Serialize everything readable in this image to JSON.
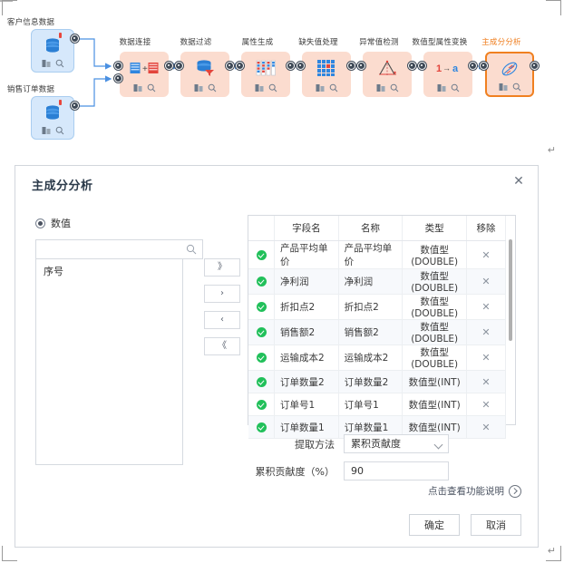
{
  "workflow": {
    "nodes": [
      {
        "id": "customer-data",
        "label": "客户信息数据",
        "type": "source",
        "icon": "database-icon",
        "selected": false
      },
      {
        "id": "sales-order",
        "label": "销售订单数据",
        "type": "source",
        "icon": "database-icon",
        "selected": false
      },
      {
        "id": "data-join",
        "label": "数据连接",
        "type": "process",
        "icon": "join-tables-icon",
        "selected": false
      },
      {
        "id": "data-filter",
        "label": "数据过滤",
        "type": "process",
        "icon": "filter-database-icon",
        "selected": false
      },
      {
        "id": "attr-generate",
        "label": "属性生成",
        "type": "process",
        "icon": "columns-icon",
        "selected": false
      },
      {
        "id": "missing-value",
        "label": "缺失值处理",
        "type": "process",
        "icon": "grid-cells-icon",
        "selected": false
      },
      {
        "id": "outlier-detect",
        "label": "异常值检测",
        "type": "process",
        "icon": "chart-peak-icon",
        "selected": false
      },
      {
        "id": "numeric-trans",
        "label": "数值型属性变换",
        "type": "process",
        "icon": "one-to-a-icon",
        "selected": false
      },
      {
        "id": "pca",
        "label": "主成分分析",
        "type": "process",
        "icon": "pca-ellipse-icon",
        "selected": true
      }
    ],
    "node_footer_icons": [
      "report-icon",
      "preview-icon"
    ],
    "colors": {
      "source_fill": "#d6e8fb",
      "source_border": "#a9cdf0",
      "process_fill": "#fbdccf",
      "selected_border": "#f08020",
      "selected_label": "#ef7c1c",
      "edge": "#4a90e2"
    }
  },
  "dialog": {
    "title": "主成分分析",
    "close_label": "✕",
    "selector": {
      "radio_label": "数值",
      "radio_checked": true,
      "search_value": "",
      "search_placeholder": "",
      "available_items": [
        "序号"
      ],
      "transfer_buttons": [
        {
          "name": "move-all-right",
          "label": "》"
        },
        {
          "name": "move-right",
          "label": "›"
        },
        {
          "name": "move-left",
          "label": "‹"
        },
        {
          "name": "move-all-left",
          "label": "《"
        }
      ]
    },
    "table": {
      "columns": [
        "",
        "字段名",
        "名称",
        "类型",
        "移除"
      ],
      "rows": [
        {
          "checked": true,
          "field": "产品平均单价",
          "name": "产品平均单价",
          "type": "数值型(DOUBLE)",
          "remove": "✕"
        },
        {
          "checked": true,
          "field": "净利润",
          "name": "净利润",
          "type": "数值型(DOUBLE)",
          "remove": "✕"
        },
        {
          "checked": true,
          "field": "折扣点2",
          "name": "折扣点2",
          "type": "数值型(DOUBLE)",
          "remove": "✕"
        },
        {
          "checked": true,
          "field": "销售额2",
          "name": "销售额2",
          "type": "数值型(DOUBLE)",
          "remove": "✕"
        },
        {
          "checked": true,
          "field": "运输成本2",
          "name": "运输成本2",
          "type": "数值型(DOUBLE)",
          "remove": "✕"
        },
        {
          "checked": true,
          "field": "订单数量2",
          "name": "订单数量2",
          "type": "数值型(INT)",
          "remove": "✕"
        },
        {
          "checked": true,
          "field": "订单号1",
          "name": "订单号1",
          "type": "数值型(INT)",
          "remove": "✕"
        },
        {
          "checked": true,
          "field": "订单数量1",
          "name": "订单数量1",
          "type": "数值型(INT)",
          "remove": "✕"
        }
      ]
    },
    "form": {
      "method_label": "提取方法",
      "method_value": "累积贡献度",
      "contribution_label": "累积贡献度（%）",
      "contribution_value": "90"
    },
    "help_text": "点击查看功能说明",
    "confirm_label": "确定",
    "cancel_label": "取消"
  },
  "page_marks": {
    "pilcrow": "↵"
  }
}
